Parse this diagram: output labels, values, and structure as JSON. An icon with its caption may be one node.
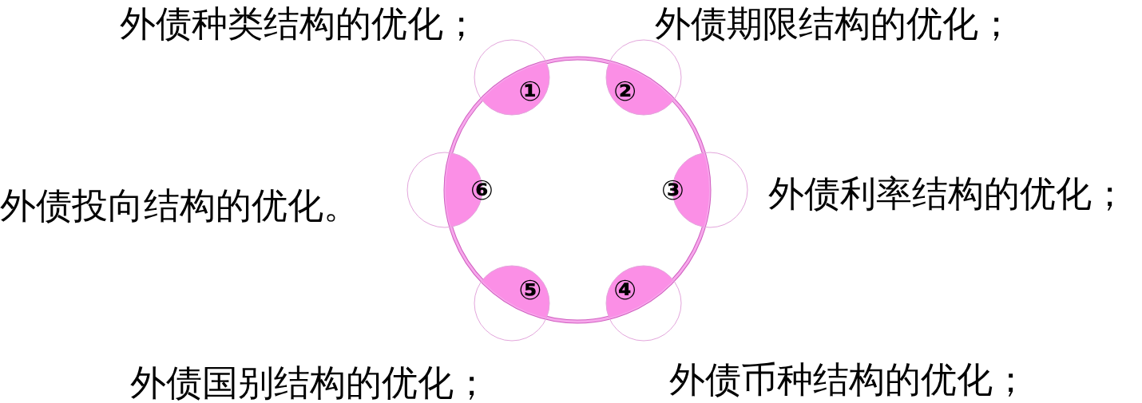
{
  "diagram": {
    "nodes": [
      {
        "text": [],
        "shape": "circle"
      },
      {
        "text": [
          "①"
        ],
        "beside": [
          "外债种类结构的优化；"
        ]
      },
      {
        "text": [
          "②"
        ],
        "beside": [
          "外债期限结构的优化；"
        ]
      },
      {
        "text": [
          "③"
        ],
        "beside": [
          "外债利率结构的优化；"
        ]
      },
      {
        "text": [
          "④"
        ],
        "beside": [
          "外债币种结构的优化；"
        ]
      },
      {
        "text": [
          "⑤"
        ],
        "beside": [
          "外债国别结构的优化；"
        ]
      },
      {
        "text": [
          "⑥"
        ],
        "beside": [
          "外债投向结构的优化。"
        ]
      }
    ]
  }
}
